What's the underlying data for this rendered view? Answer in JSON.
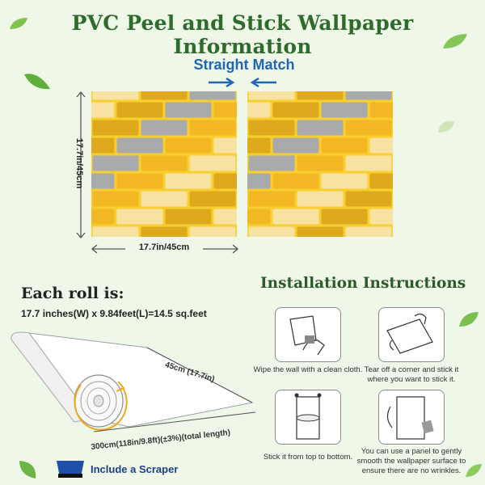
{
  "title": "PVC Peel and Stick Wallpaper Information",
  "match": {
    "label": "Straight Match"
  },
  "dimensions": {
    "height": "17.7in/45cm",
    "width": "17.7in/45cm"
  },
  "roll": {
    "heading": "Each roll is:",
    "spec": "17.7 inches(W) x 9.84feet(L)=14.5 sq.feet",
    "width_label": "45cm (17.7in)",
    "length_label": "300cm(118in/9.8ft)(±3%)(total length)"
  },
  "scraper": {
    "label": "Include a Scraper"
  },
  "installation": {
    "heading": "Installation Instructions",
    "steps": [
      {
        "text": "Wipe the wall with a clean cloth."
      },
      {
        "text": "Tear off a corner and stick it where you want to stick it."
      },
      {
        "text": "Stick it from top to bottom."
      },
      {
        "text": "You can use a panel to gently smooth the wallpaper surface to ensure there are no wrinkles."
      }
    ]
  },
  "colors": {
    "title_green": "#2f6b2c",
    "match_blue": "#2067b2",
    "brick_yellow": "#f3b823",
    "brick_gold": "#dea91c",
    "brick_cream": "#f8e2a2",
    "brick_gray": "#a9aaac",
    "mortar": "#f9cf2f"
  }
}
